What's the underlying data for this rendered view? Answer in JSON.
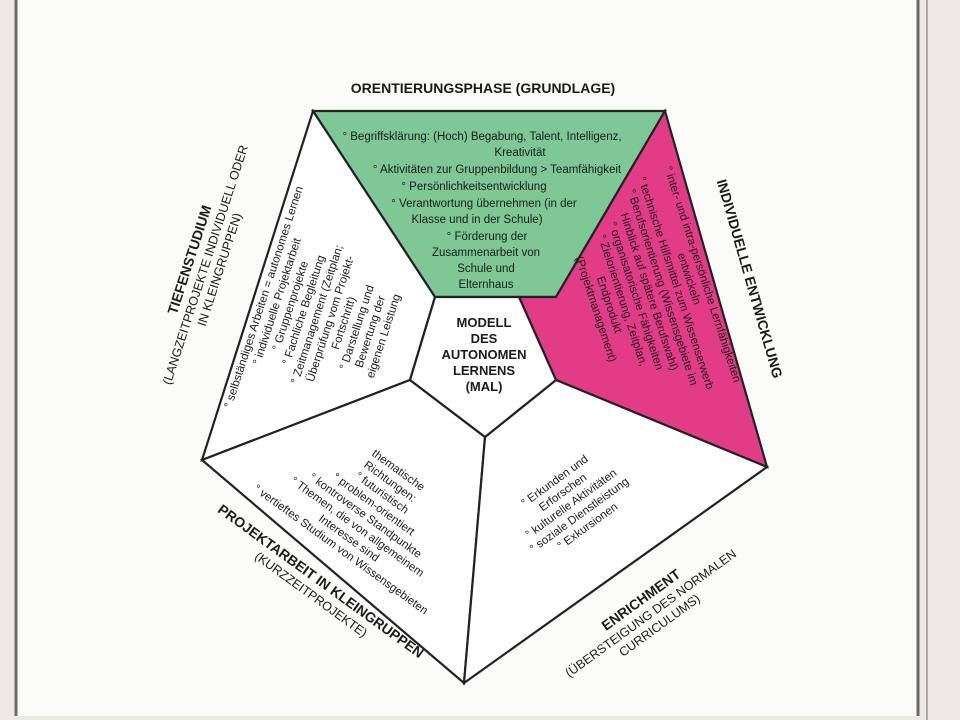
{
  "colors": {
    "top_segment": "#7dc895",
    "right_segment": "#e33c86",
    "plain_segment": "#ffffff",
    "outline": "#222222"
  },
  "phases": {
    "top": {
      "title": "ORENTIERUNGSPHASE (GRUNDLAGE)"
    },
    "right": {
      "title": "INDIVIDUELLE ENTWICKLUNG"
    },
    "left": {
      "title": "TIEFENSTUDIUM",
      "sub_1": "(LANGZEITPROJEKTE INDIVIDUELL ODER",
      "sub_2": "IN KLEINGRUPPEN)"
    },
    "bottom_left": {
      "title": "PROJEKTARBEIT IN KLEINGRUPPEN",
      "sub": "(KURZZEITPROJEKTE)"
    },
    "bottom_right": {
      "title": "ENRICHMENT",
      "sub_1": "(ÜBERSTEIGUNG DES NORMALEN",
      "sub_2": "CURRICULUMS)"
    }
  },
  "center": {
    "line_1": "MODELL",
    "line_2": "DES",
    "line_3": "AUTONOMEN",
    "line_4": "LERNENS",
    "line_5": "(MAL)"
  },
  "segments": {
    "top": [
      "° Begriffsklärung: (Hoch) Begabung, Talent, Intelligenz,",
      "Kreativität",
      "° Aktivitäten zur Gruppenbildung > Teamfähigkeit",
      "° Persönlichkeitsentwicklung",
      "° Verantwortung übernehmen (in der",
      "Klasse und in der Schule)",
      "° Förderung der",
      "Zusammenarbeit von",
      "Schule und",
      "Elternhaus"
    ],
    "right": [
      "° inter- und intra-persönliche Lernfähigkeiten",
      "entwickeln",
      "° technische Hilfsmittel zum Wissenserwerb",
      "° Berufsorientierung (Wissensgebiete im",
      "Hinblick auf spätere Berufswahl)",
      "° organisatorische Fähigkeiten",
      "° Zielorientierung, Zeitplan,",
      "Endprodukt",
      "(Projektmanagement)"
    ],
    "left": [
      "° selbständiges Arbeiten = autonomes Lernen",
      "° individuelle Projektarbeit",
      "° Gruppenprojekte",
      "° Fachliche Begleitung",
      "° Zeitmanagement (Zeitplan;",
      "Überprüfung vom Projekt-",
      "Fortschritt)",
      "° Darstellung und",
      "Bewertung der",
      "eigenen Leistung"
    ],
    "bottom_left": [
      "thematische",
      "Richtungen:",
      "° futuristisch",
      "° problem-orientiert",
      "° kontroverse Standpunkte",
      "° Themen, die von allgemeinem",
      "Interesse sind",
      "° vertieftes Studium von Wissensgebieten"
    ],
    "bottom_right": [
      "° Erkunden und",
      "Erforschen",
      "° kulturelle Aktivitäten",
      "° soziale Dienstleistung",
      "° Exkursionen"
    ]
  }
}
